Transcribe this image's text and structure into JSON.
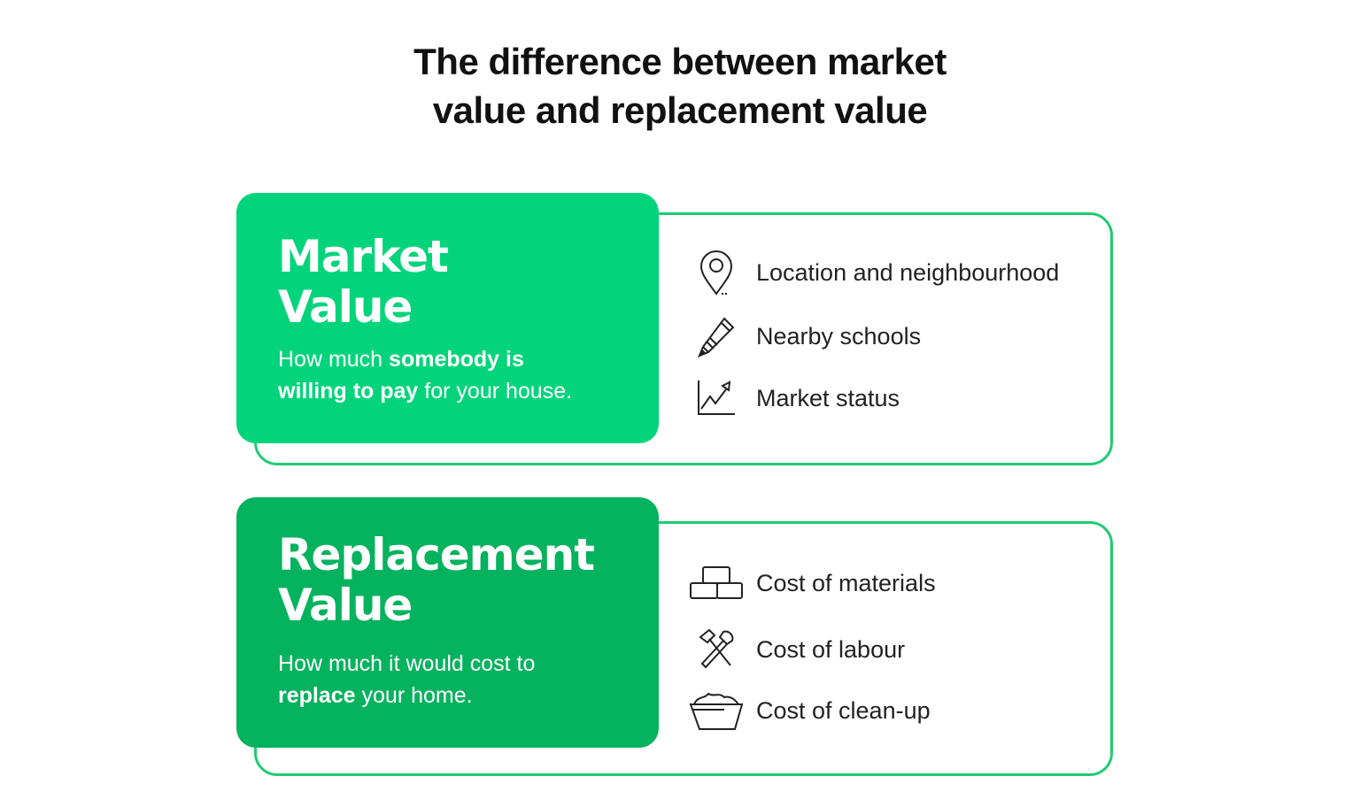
{
  "title": {
    "line1": "The difference between market",
    "line2": "value and replacement value"
  },
  "colors": {
    "market": "#03d47b",
    "replacement": "#05b25e",
    "outline": "#1fcb72"
  },
  "market": {
    "heading_line1": "Market",
    "heading_line2": "Value",
    "desc": {
      "t1": "How much ",
      "b1": "somebody is",
      "b2": "willing to pay",
      "t2": " for your house."
    },
    "items": [
      {
        "icon": "map-pin-icon",
        "label": "Location and neighbourhood"
      },
      {
        "icon": "pencil-icon",
        "label": "Nearby schools"
      },
      {
        "icon": "trend-chart-icon",
        "label": "Market status"
      }
    ]
  },
  "replacement": {
    "heading_line1": "Replacement",
    "heading_line2": "Value",
    "desc": {
      "t1": "How much it would cost to",
      "b1": "replace",
      "t2": " your home."
    },
    "items": [
      {
        "icon": "bricks-icon",
        "label": "Cost of materials"
      },
      {
        "icon": "hammer-shovel-icon",
        "label": "Cost of labour"
      },
      {
        "icon": "debris-basket-icon",
        "label": "Cost of clean-up"
      }
    ]
  }
}
